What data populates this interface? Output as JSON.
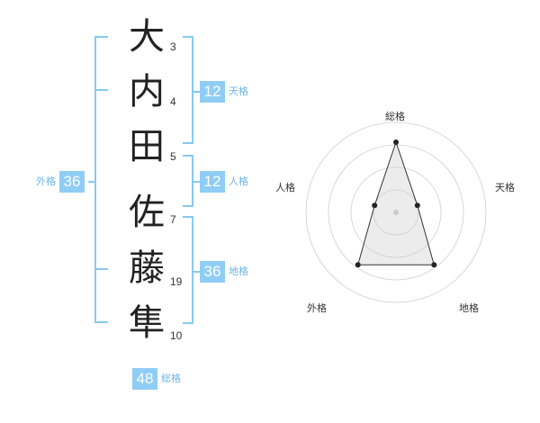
{
  "name_chars": [
    {
      "char": "大",
      "strokes": "3"
    },
    {
      "char": "内",
      "strokes": "4"
    },
    {
      "char": "田",
      "strokes": "5"
    },
    {
      "char": "佐",
      "strokes": "7"
    },
    {
      "char": "藤",
      "strokes": "19"
    },
    {
      "char": "隼",
      "strokes": "10"
    }
  ],
  "fortunes": {
    "tenkaku": {
      "value": "12",
      "label": "天格"
    },
    "jinkaku": {
      "value": "12",
      "label": "人格"
    },
    "chikaku": {
      "value": "36",
      "label": "地格"
    },
    "gaikaku": {
      "value": "36",
      "label": "外格"
    },
    "soukaku": {
      "value": "48",
      "label": "総格"
    }
  },
  "colors": {
    "accent": "#8fcdf5",
    "accent_text": "#6bb6e8",
    "bracket": "#86c8f2"
  },
  "chart_data": {
    "type": "radar",
    "axes": [
      "総格",
      "天格",
      "地格",
      "外格",
      "人格"
    ],
    "values": [
      0.78,
      0.25,
      0.72,
      0.72,
      0.25
    ],
    "rings": 4,
    "max": 1
  }
}
